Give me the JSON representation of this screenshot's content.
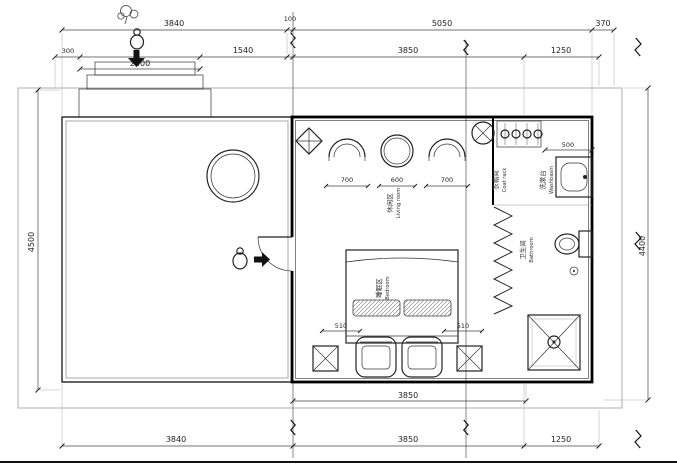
{
  "dims": {
    "top_3840": "3840",
    "top_100": "100",
    "top_5050": "5050",
    "top_370": "370",
    "t2_300": "300",
    "t2_2000": "2000",
    "t2_1540": "1540",
    "t2_3850": "3850",
    "t2_1250": "1250",
    "left_4500": "4500",
    "right_4400": "4400",
    "b1_3850": "3850",
    "b2_3840": "3840",
    "b2_3850": "3850",
    "b2_1250": "1250",
    "chair_left": "700",
    "table": "600",
    "chair_right": "700",
    "bed_left": "510",
    "bed_right": "510",
    "basin_500": "500"
  },
  "rooms": {
    "living_zh": "休闲区",
    "living_en": "Living room",
    "bed_zh": "睡眠区",
    "bed_en": "Bedroom",
    "wash_zh": "洗漱台",
    "wash_en": "Washbasin",
    "coat_zh": "衣帽间",
    "coat_en": "Coat rack",
    "bath_zh": "卫生间",
    "bath_en": "Bathroom"
  }
}
